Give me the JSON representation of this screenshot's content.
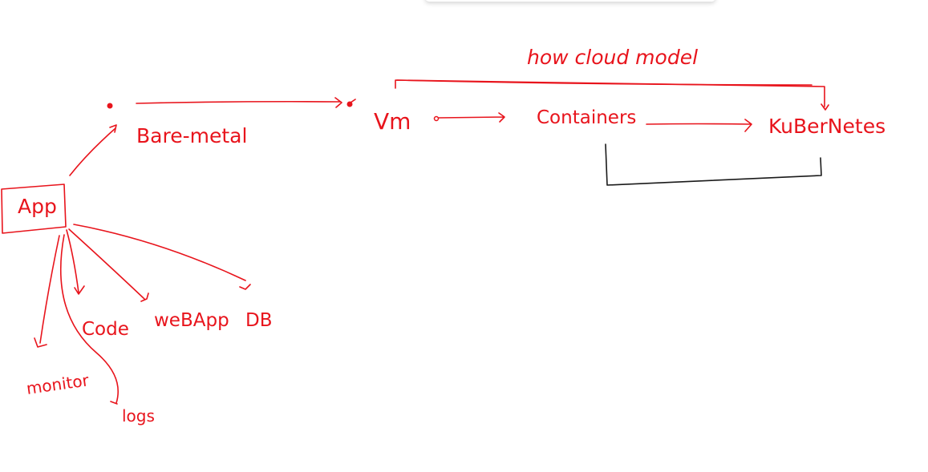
{
  "diagram": {
    "title": "how cloud model",
    "nodes": {
      "bare_metal": "Bare-metal",
      "vm": "Vm",
      "containers": "Containers",
      "kubernetes": "KuBerNetes",
      "app": "App",
      "code": "Code",
      "webapp": "weBApp",
      "db": "DB",
      "monitor": "monitor",
      "logs": "logs"
    }
  },
  "colors": {
    "ink_red": "#e8141c",
    "ink_black": "#1a1a1a",
    "background": "#ffffff"
  }
}
